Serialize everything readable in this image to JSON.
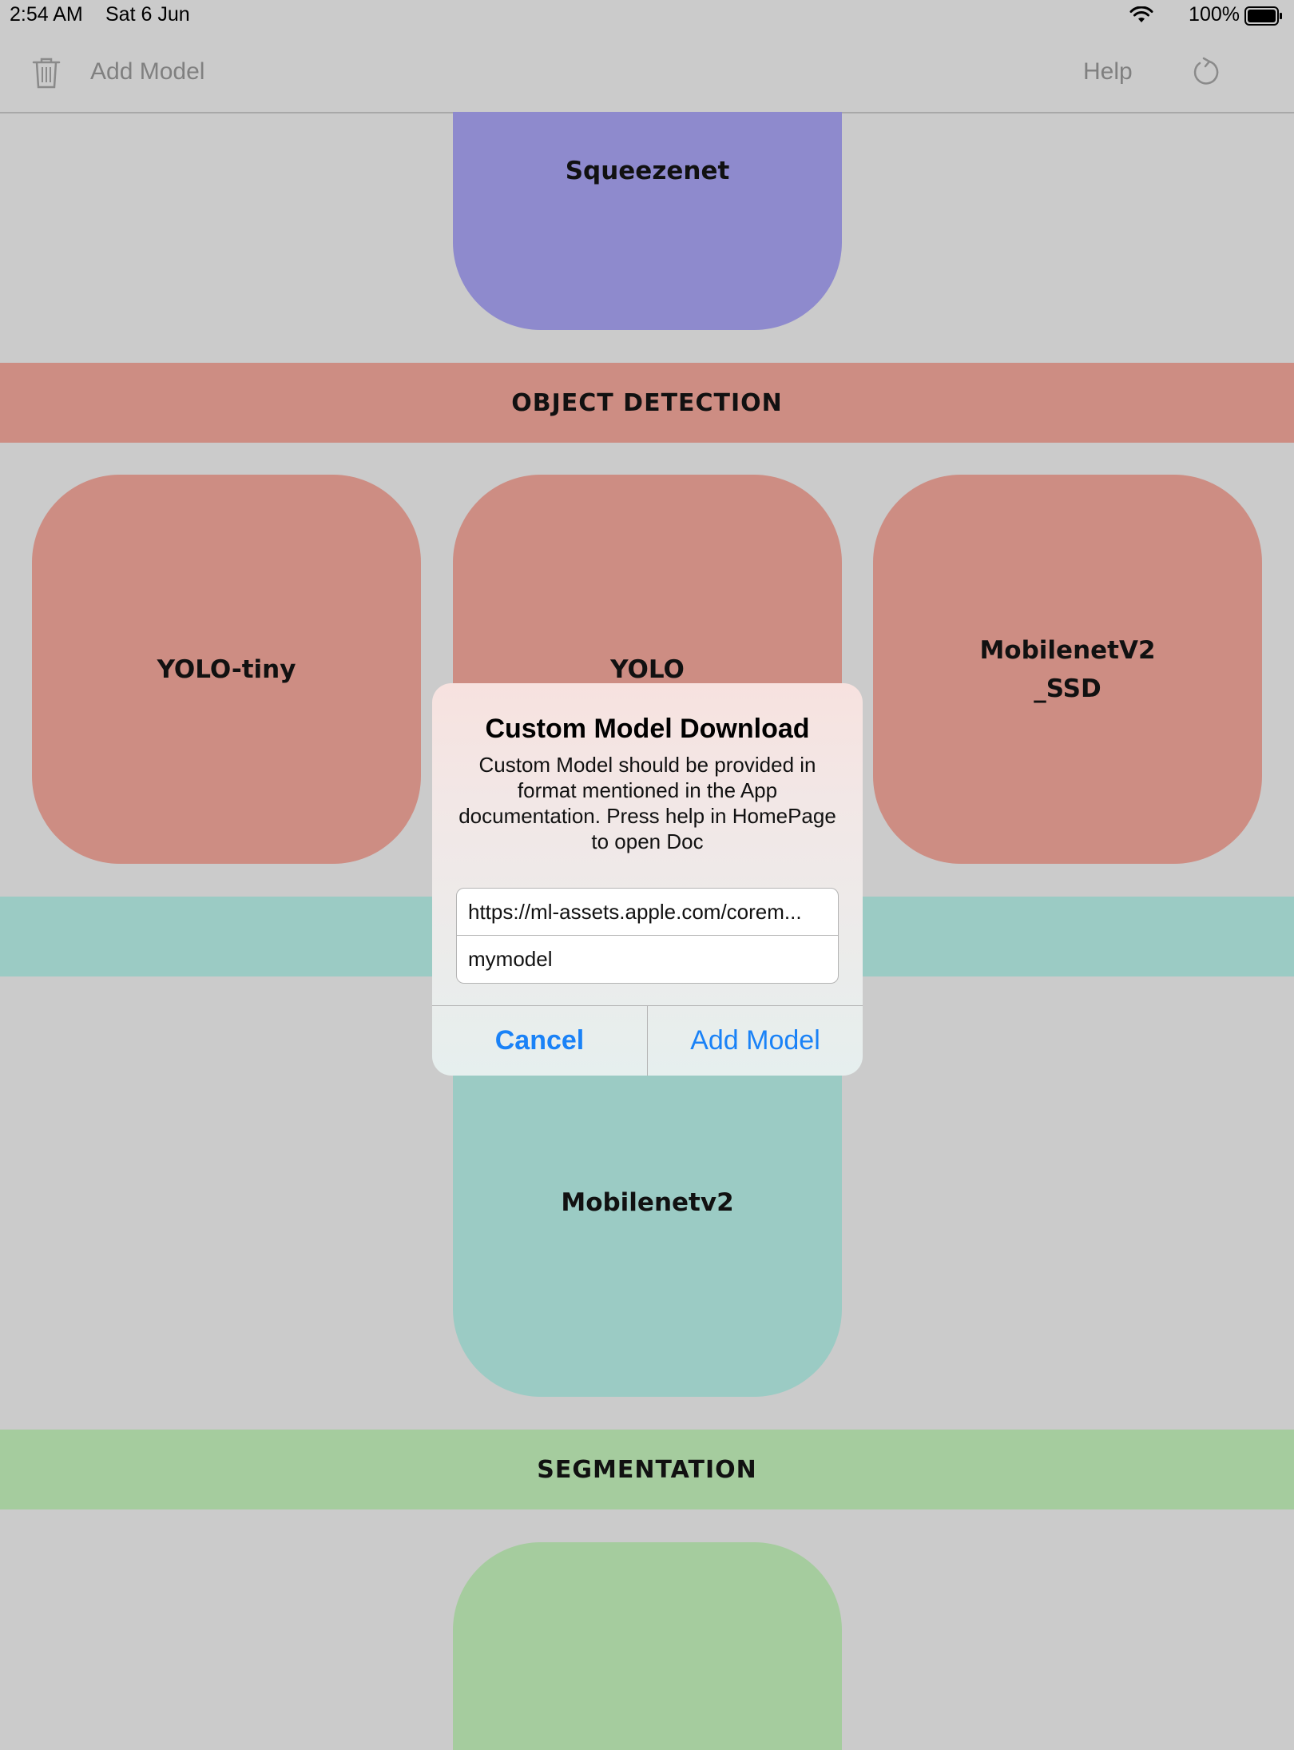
{
  "status_bar": {
    "time": "2:54 AM",
    "date": "Sat 6 Jun",
    "battery": "100%"
  },
  "navbar": {
    "add_model": "Add Model",
    "help": "Help"
  },
  "sections": {
    "classification_tile": "Squeezenet",
    "object_detection": {
      "title": "OBJECT DETECTION",
      "tiles": [
        "YOLO-tiny",
        "YOLO",
        "MobilenetV2\n_SSD"
      ]
    },
    "teal_tile": "Mobilenetv2",
    "segmentation": {
      "title": "SEGMENTATION"
    }
  },
  "dialog": {
    "title": "Custom Model Download",
    "message": "Custom Model should be provided in format mentioned in the App documentation. Press help in HomePage to open Doc",
    "url_value": "https://ml-assets.apple.com/corem...",
    "name_value": "mymodel",
    "cancel": "Cancel",
    "add": "Add Model"
  },
  "colors": {
    "classification": "#8e8acd",
    "object_detection": "#cd8d83",
    "teal": "#9bcbc4",
    "segmentation": "#a5cc9e",
    "link_blue": "#1a82f7"
  }
}
